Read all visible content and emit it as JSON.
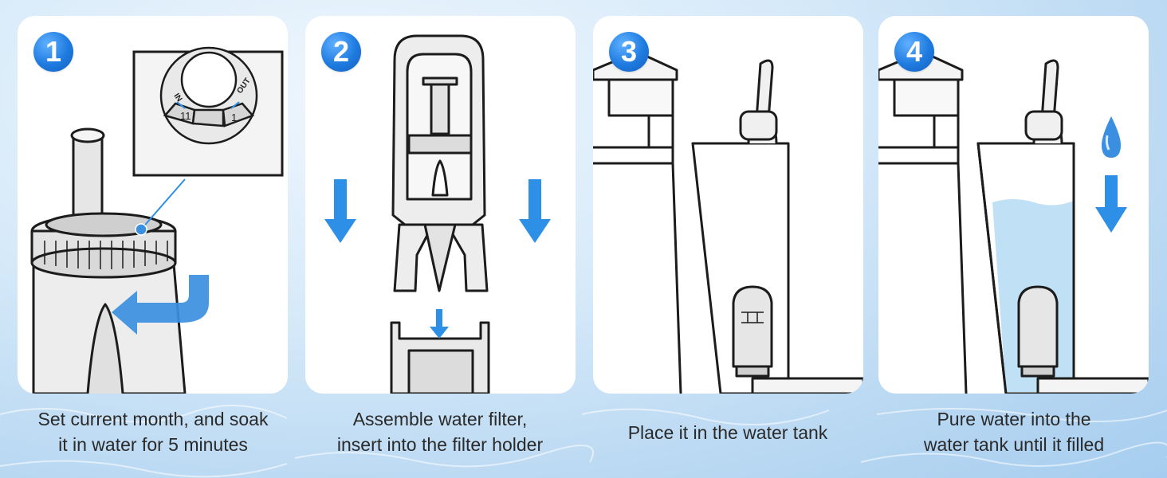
{
  "colors": {
    "accent_blue": "#1f7be0",
    "arrow_blue": "#2e8fe6",
    "water_fill": "#bfe0f5",
    "outline": "#1c1c1c",
    "part_fill": "#ededed"
  },
  "steps": [
    {
      "number": "1",
      "caption_lines": [
        "Set current month, and soak",
        "it in water for 5 minutes"
      ],
      "dial": {
        "in_label": "IN",
        "out_label": "OUT",
        "mark_left": "11",
        "mark_right": "1"
      }
    },
    {
      "number": "2",
      "caption_lines": [
        "Assemble water filter,",
        "insert into the filter holder"
      ]
    },
    {
      "number": "3",
      "caption_lines": [
        "Place it in the water tank"
      ]
    },
    {
      "number": "4",
      "caption_lines": [
        "Pure water into the",
        "water tank until it filled"
      ]
    }
  ]
}
